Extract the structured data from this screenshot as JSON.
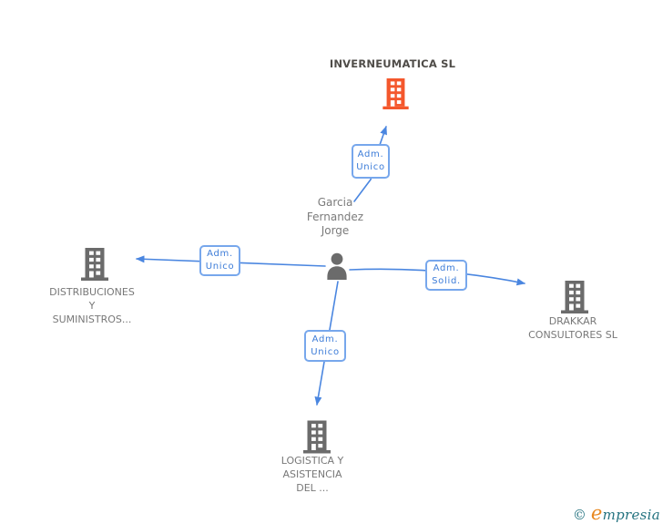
{
  "colors": {
    "accent_orange": "#F4572C",
    "node_gray": "#6B6B6B",
    "label_gray": "#787878",
    "title_dark": "#4F4C48",
    "edge_blue": "#4A86E0",
    "box_border_blue": "#77A7EC",
    "box_text_blue": "#3C7CD8",
    "brand_teal": "#23727F",
    "brand_orange": "#E8871E"
  },
  "person": {
    "name_lines": [
      "Garcia",
      "Fernandez",
      "Jorge"
    ]
  },
  "companies": {
    "top": {
      "name": "INVERNEUMATICA SL"
    },
    "left": {
      "name_lines": [
        "DISTRIBUCIONES",
        "Y",
        "SUMINISTROS..."
      ]
    },
    "right": {
      "name_lines": [
        "DRAKKAR",
        "CONSULTORES SL"
      ]
    },
    "bottom": {
      "name_lines": [
        "LOGISTICA Y",
        "ASISTENCIA",
        "DEL ..."
      ]
    }
  },
  "edges": {
    "top": {
      "label_lines": [
        "Adm.",
        "Unico"
      ]
    },
    "left": {
      "label_lines": [
        "Adm.",
        "Unico"
      ]
    },
    "right": {
      "label_lines": [
        "Adm.",
        "Solid."
      ]
    },
    "bottom": {
      "label_lines": [
        "Adm.",
        "Unico"
      ]
    }
  },
  "watermark": {
    "copyright": "©",
    "brand_initial": "e",
    "brand_rest": "mpresia"
  }
}
